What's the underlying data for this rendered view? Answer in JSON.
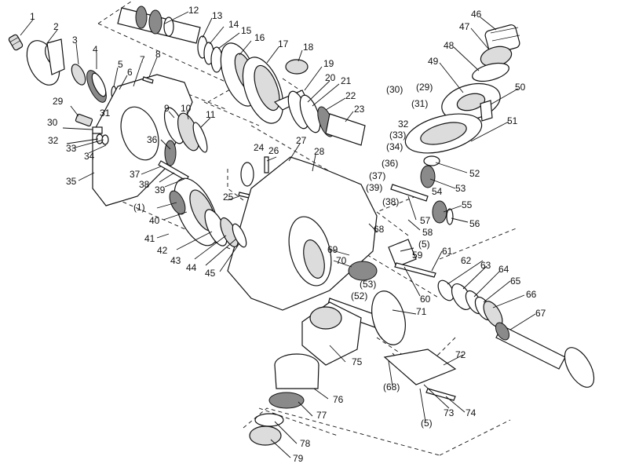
{
  "diagram": {
    "parts": [
      {
        "label": "1"
      },
      {
        "label": "2"
      },
      {
        "label": "3"
      },
      {
        "label": "4"
      },
      {
        "label": "5"
      },
      {
        "label": "6"
      },
      {
        "label": "7"
      },
      {
        "label": "8"
      },
      {
        "label": "9"
      },
      {
        "label": "10"
      },
      {
        "label": "11"
      },
      {
        "label": "12"
      },
      {
        "label": "13"
      },
      {
        "label": "14"
      },
      {
        "label": "15"
      },
      {
        "label": "16"
      },
      {
        "label": "17"
      },
      {
        "label": "18"
      },
      {
        "label": "19"
      },
      {
        "label": "20"
      },
      {
        "label": "21"
      },
      {
        "label": "22"
      },
      {
        "label": "23"
      },
      {
        "label": "24"
      },
      {
        "label": "25"
      },
      {
        "label": "26"
      },
      {
        "label": "27"
      },
      {
        "label": "28"
      },
      {
        "label": "29"
      },
      {
        "label": "30"
      },
      {
        "label": "31"
      },
      {
        "label": "32"
      },
      {
        "label": "33"
      },
      {
        "label": "34"
      },
      {
        "label": "35"
      },
      {
        "label": "36"
      },
      {
        "label": "37"
      },
      {
        "label": "38"
      },
      {
        "label": "39"
      },
      {
        "label": "(1)"
      },
      {
        "label": "40"
      },
      {
        "label": "41"
      },
      {
        "label": "42"
      },
      {
        "label": "43"
      },
      {
        "label": "44"
      },
      {
        "label": "45"
      },
      {
        "label": "46"
      },
      {
        "label": "47"
      },
      {
        "label": "48"
      },
      {
        "label": "49"
      },
      {
        "label": "50"
      },
      {
        "label": "51"
      },
      {
        "label": "52"
      },
      {
        "label": "53"
      },
      {
        "label": "54"
      },
      {
        "label": "55"
      },
      {
        "label": "56"
      },
      {
        "label": "57"
      },
      {
        "label": "58"
      },
      {
        "label": "59"
      },
      {
        "label": "60"
      },
      {
        "label": "61"
      },
      {
        "label": "62"
      },
      {
        "label": "63"
      },
      {
        "label": "64"
      },
      {
        "label": "65"
      },
      {
        "label": "66"
      },
      {
        "label": "67"
      },
      {
        "label": "68"
      },
      {
        "label": "69"
      },
      {
        "label": "70"
      },
      {
        "label": "71"
      },
      {
        "label": "72"
      },
      {
        "label": "73"
      },
      {
        "label": "74"
      },
      {
        "label": "75"
      },
      {
        "label": "76"
      },
      {
        "label": "77"
      },
      {
        "label": "78"
      },
      {
        "label": "79"
      },
      {
        "label": "(30)"
      },
      {
        "label": "(29)"
      },
      {
        "label": "(31)"
      },
      {
        "label": "32"
      },
      {
        "label": "(33)"
      },
      {
        "label": "(34)"
      },
      {
        "label": "(36)"
      },
      {
        "label": "(37)"
      },
      {
        "label": "(39)"
      },
      {
        "label": "(38)"
      },
      {
        "label": "(5)"
      },
      {
        "label": "(53)"
      },
      {
        "label": "(52)"
      },
      {
        "label": "(68)"
      },
      {
        "label": "(5)"
      }
    ]
  }
}
